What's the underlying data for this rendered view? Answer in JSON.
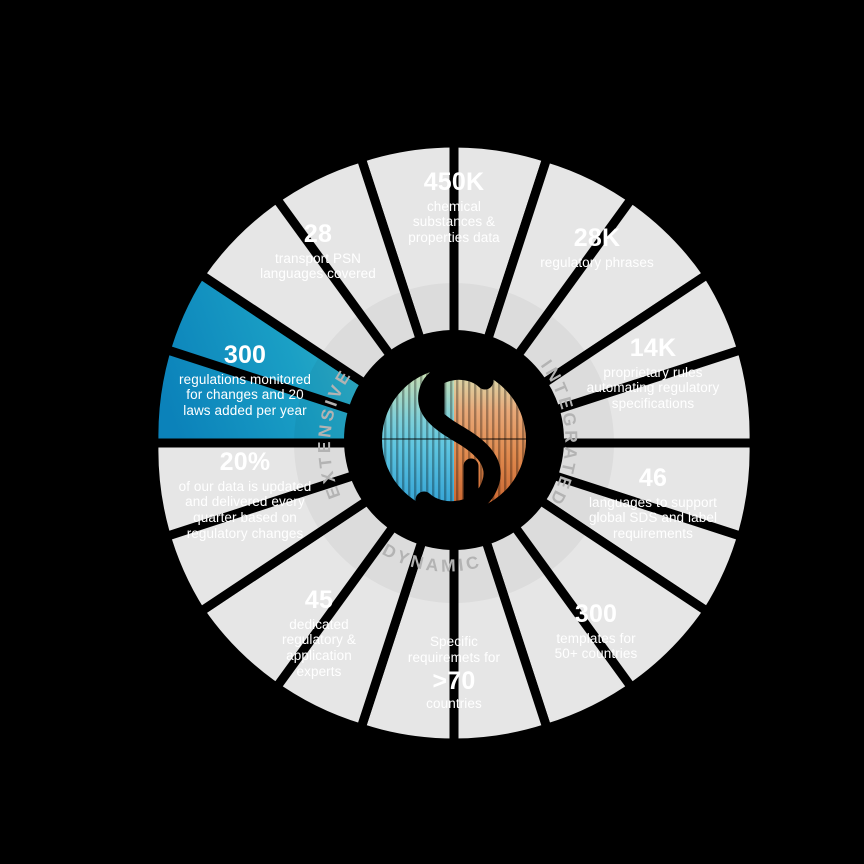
{
  "figure": {
    "name": "capability-wheel-infographic",
    "background_color": "#000000",
    "segment_color": "#e6e6e6",
    "segment_shadow_color": "#dadada",
    "highlight_gradient_from": "#0e8fc0",
    "highlight_gradient_to": "#45bfc3",
    "text_color": "#ffffff",
    "hub_color": "#000000",
    "hub_text_color": "#b3b3b3"
  },
  "hub": {
    "ring_words": [
      {
        "text": "EXTENSIVE",
        "position": "upper-left"
      },
      {
        "text": "INTEGRATED",
        "position": "right"
      },
      {
        "text": "DYNAMIC",
        "position": "lower-left"
      }
    ],
    "logo": {
      "name": "striped-s-monogram",
      "left_color": "#5fc8dd",
      "left_color_deep": "#2f9fd4",
      "right_color": "#e08a4e",
      "right_color_deep": "#d2692f",
      "top_color": "#cfe0b0"
    }
  },
  "segments": [
    {
      "id": "chemical-substances",
      "value": "450K",
      "description": "chemical substances & properties data",
      "desc_lines": [
        "chemical",
        "substances &",
        "properties data"
      ],
      "highlighted": false,
      "value_first": true
    },
    {
      "id": "regulatory-phrases",
      "value": "28K",
      "description": "regulatory phrases",
      "desc_lines": [
        "regulatory phrases"
      ],
      "highlighted": false,
      "value_first": true
    },
    {
      "id": "proprietary-rules",
      "value": "14K",
      "description": "proprietary rules automating regulatory specifications",
      "desc_lines": [
        "proprietary rules",
        "automating regulatory",
        "specifications"
      ],
      "highlighted": false,
      "value_first": true
    },
    {
      "id": "languages-sds-label",
      "value": "46",
      "description": "languages to support global SDS and label requirements",
      "desc_lines": [
        "languages to support",
        "global SDS and label",
        "requirements"
      ],
      "highlighted": false,
      "value_first": true
    },
    {
      "id": "templates-countries",
      "value": "300",
      "description": "templates for 50+ countries",
      "desc_lines": [
        "templates for",
        "50+ countries"
      ],
      "highlighted": false,
      "value_first": true
    },
    {
      "id": "specific-requirements",
      "value": ">70",
      "description": "Specific requiremets for >70 countries",
      "desc_lines_before": [
        "Specific",
        "requiremets for"
      ],
      "desc_lines_after": [
        "countries"
      ],
      "highlighted": false,
      "value_first": false
    },
    {
      "id": "dedicated-experts",
      "value": "45",
      "description": "dedicated regulatory & application experts",
      "desc_lines": [
        "dedicated",
        "regulatory &",
        "application",
        "experts"
      ],
      "highlighted": false,
      "value_first": true
    },
    {
      "id": "data-updated",
      "value": "20%",
      "description": "of our data is updated and delivered every quarter based on regulatory changes",
      "desc_lines": [
        "of our data is updated",
        "and delivered every",
        "quarter based on",
        "regulatory changes"
      ],
      "highlighted": false,
      "value_first": true
    },
    {
      "id": "regulations-monitored",
      "value": "300",
      "description": "regulations monitored for changes and 20 laws added per year",
      "desc_lines": [
        "regulations monitored",
        "for changes and 20",
        "laws added per year"
      ],
      "highlighted": true,
      "value_first": true
    },
    {
      "id": "transport-psn",
      "value": "28",
      "description": "transport PSN languages covered",
      "desc_lines": [
        "transport PSN",
        "languages covered"
      ],
      "highlighted": false,
      "value_first": true
    }
  ]
}
